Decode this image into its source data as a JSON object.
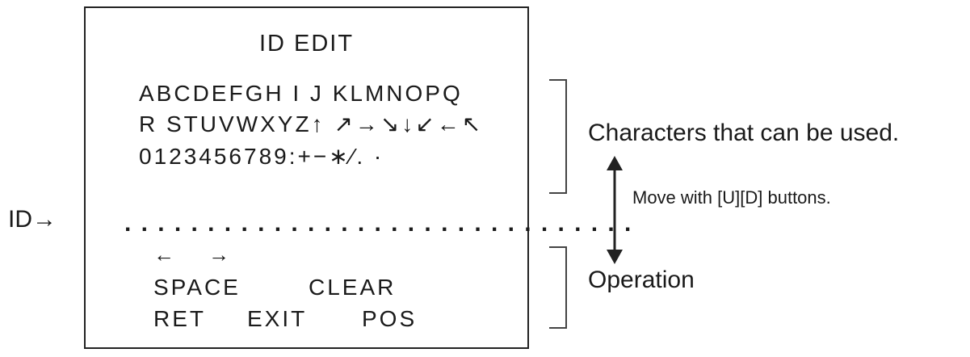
{
  "screen": {
    "title": "ID EDIT",
    "charset_rows": [
      "ABCDEFGH I J KLMNOPQ",
      "R STUVWXYZ↑ ↗→↘↓↙←↖",
      "0123456789:+−∗⁄. ·"
    ],
    "id_dots": "...............................",
    "cursor_left": "←",
    "cursor_right": "→",
    "operations": {
      "space": "SPACE",
      "clear": "CLEAR",
      "ret": "RET",
      "exit": "EXIT",
      "pos": "POS"
    }
  },
  "labels": {
    "id_pointer": "ID→",
    "characters": "Characters that can be used.",
    "move": "Move with [U][D] buttons.",
    "operation": "Operation"
  }
}
